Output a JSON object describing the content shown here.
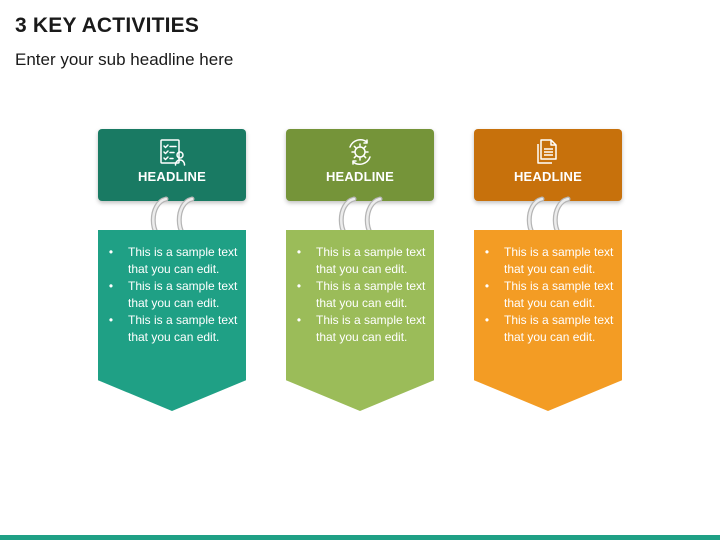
{
  "page": {
    "title": "3 KEY ACTIVITIES",
    "subtitle": "Enter your sub headline here"
  },
  "cards": [
    {
      "headline": "HEADLINE",
      "icon": "checklist-icon",
      "header_color": "#197A63",
      "body_color": "#1FA085",
      "bullets": [
        "This is a sample text that you can edit.",
        "This is a sample text that you can edit.",
        "This is a sample text that you can edit."
      ]
    },
    {
      "headline": "HEADLINE",
      "icon": "gear-cycle-icon",
      "header_color": "#759439",
      "body_color": "#9BBC59",
      "bullets": [
        "This is a sample text that you can edit.",
        "This is a sample text that you can edit.",
        "This is a sample text that you can edit."
      ]
    },
    {
      "headline": "HEADLINE",
      "icon": "documents-icon",
      "header_color": "#C7710C",
      "body_color": "#F39C24",
      "bullets": [
        "This is a sample text that you can edit.",
        "This is a sample text that you can edit.",
        "This is a sample text that you can edit."
      ]
    }
  ],
  "footer_bar_color": "#1FA085"
}
